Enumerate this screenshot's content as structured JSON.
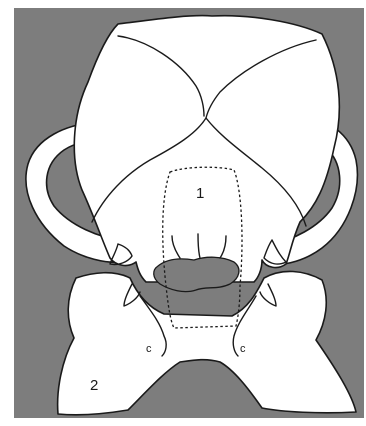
{
  "figure": {
    "background_color": "#7d7d7d",
    "line_color": "#1a1a1a",
    "fill_color": "#ffffff",
    "labels": {
      "region_1": "1",
      "region_2": "2",
      "mark_left": "c",
      "mark_right": "c"
    }
  }
}
